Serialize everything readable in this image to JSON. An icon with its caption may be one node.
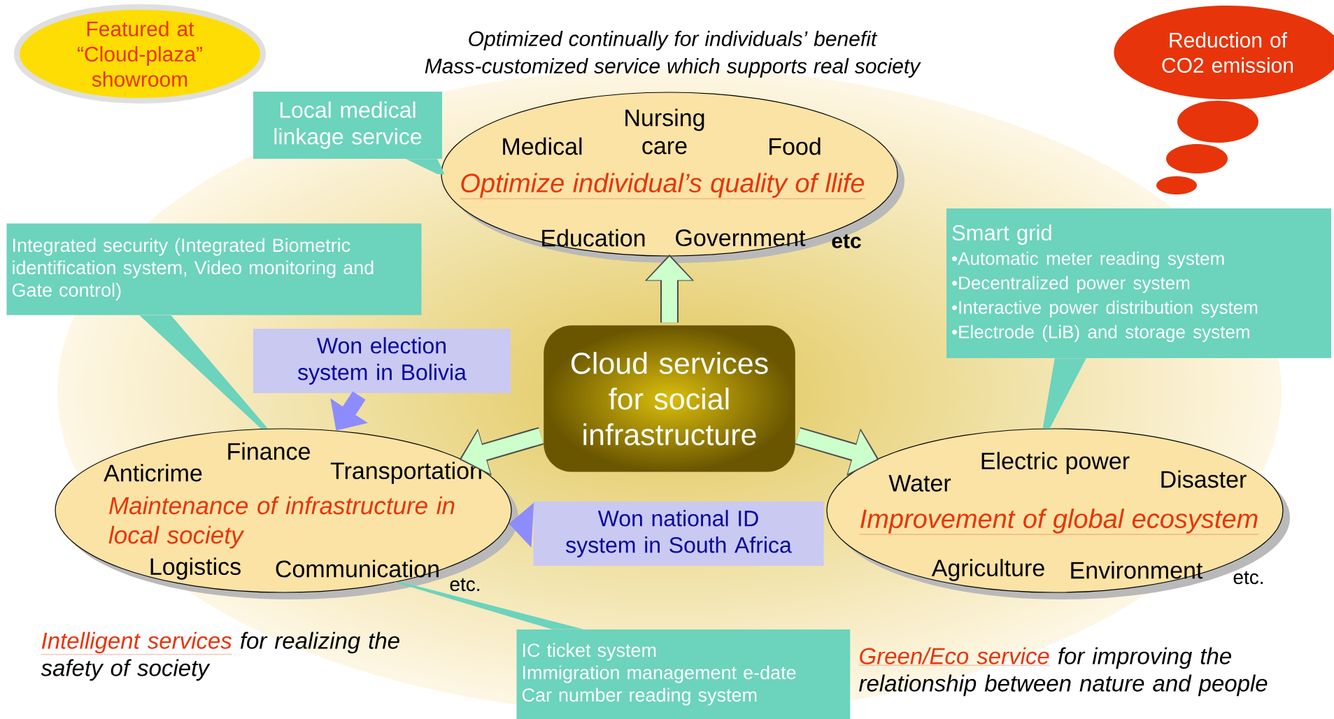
{
  "diagram": {
    "nodes": [
      {
        "text": [
          "Cloud services for social infrastructure"
        ]
      },
      {
        "text": [
          "Medical",
          "Nursing care",
          "Food",
          "Optimize individual’s quality of llife",
          "Education",
          "Government",
          "etc"
        ]
      },
      {
        "text": [
          "Finance",
          "Anticrime",
          "Transportation",
          "Maintenance of infrastructure in local society",
          "Logistics",
          "Communication"
        ],
        "beside": [
          "etc."
        ]
      },
      {
        "text": [
          "Electric power",
          "Water",
          "Disaster",
          "Improvement of global ecosystem",
          "Agriculture",
          "Environment"
        ],
        "beside": [
          "etc."
        ]
      },
      {
        "text": [
          "Local medical linkage service"
        ]
      },
      {
        "text": [
          "Integrated security (Integrated Biometric identification system, Video monitoring and Gate control)"
        ]
      },
      {
        "text": [
          "Smart grid",
          "•Automatic meter reading system",
          "•Decentralized power system",
          "•Interactive power distribution system",
          "•Electrode (LiB) and storage system"
        ]
      },
      {
        "text": [
          "IC ticket system",
          "Immigration management e-date",
          "Car number reading system"
        ]
      },
      {
        "text": [
          "Won election system in Bolivia"
        ]
      },
      {
        "text": [
          "Won national ID system in South Africa"
        ]
      },
      {
        "text": [
          "Featured at “Cloud-plaza” showroom"
        ]
      },
      {
        "text": [
          "Reduction of CO2 emission"
        ]
      }
    ],
    "edges": [
      {
        "from": 0,
        "to": 1,
        "arrow": "to",
        "color": "#ccffcc"
      },
      {
        "from": 0,
        "to": 2,
        "arrow": "to",
        "color": "#ccffcc"
      },
      {
        "from": 0,
        "to": 3,
        "arrow": "to",
        "color": "#ccffcc"
      },
      {
        "from": 4,
        "to": 1,
        "arrow": "none"
      },
      {
        "from": 5,
        "to": 2,
        "arrow": "none"
      },
      {
        "from": 6,
        "to": 3,
        "arrow": "none"
      },
      {
        "from": 7,
        "to": 2,
        "arrow": "none"
      },
      {
        "from": 8,
        "to": 2,
        "arrow": "to",
        "color": "#8c8cff"
      },
      {
        "from": 9,
        "to": 2,
        "arrow": "to",
        "color": "#8c8cff"
      }
    ],
    "labels": [
      "Optimized continually for individuals’ benefit",
      "Mass-customized service which supports real society",
      "Intelligent services",
      "for realizing the safety of society",
      "Green/Eco service",
      "for improving the relationship between nature and people"
    ]
  }
}
